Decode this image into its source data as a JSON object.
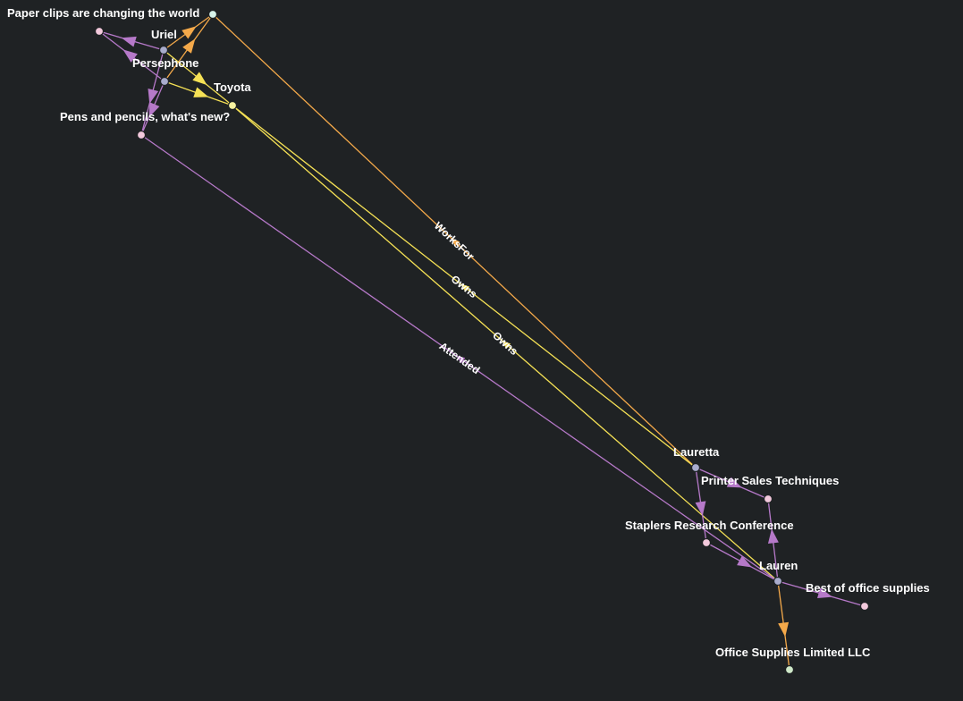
{
  "colors": {
    "background": "#1f2224",
    "edge_purple": "#b679c9",
    "edge_yellow": "#f5e155",
    "edge_orange": "#f4a94a",
    "node_person": "#a9accd",
    "node_topic": "#f2c9dc",
    "node_company": "#d7f3ea",
    "node_car": "#f7f3a0",
    "node_org": "#cfe9c9"
  },
  "nodes": [
    {
      "id": "paperclips",
      "label": "Paper clips are changing the world",
      "kind": "topic"
    },
    {
      "id": "uriel",
      "label": "Uriel",
      "kind": "person"
    },
    {
      "id": "persephone",
      "label": "Persephone",
      "kind": "person"
    },
    {
      "id": "toyota",
      "label": "Toyota",
      "kind": "car"
    },
    {
      "id": "pens",
      "label": "Pens and pencils, what's new?",
      "kind": "topic"
    },
    {
      "id": "company_top",
      "label": "",
      "kind": "company"
    },
    {
      "id": "lauretta",
      "label": "Lauretta",
      "kind": "person"
    },
    {
      "id": "printer",
      "label": "Printer Sales Techniques",
      "kind": "topic"
    },
    {
      "id": "staplers",
      "label": "Staplers Research Conference",
      "kind": "topic"
    },
    {
      "id": "lauren",
      "label": "Lauren",
      "kind": "person"
    },
    {
      "id": "best",
      "label": "Best of office supplies",
      "kind": "topic"
    },
    {
      "id": "osl",
      "label": "Office Supplies Limited LLC",
      "kind": "org"
    }
  ],
  "edges": [
    {
      "from": "uriel",
      "to": "paperclips",
      "type": "purple",
      "label": ""
    },
    {
      "from": "persephone",
      "to": "paperclips",
      "type": "purple",
      "label": ""
    },
    {
      "from": "uriel",
      "to": "pens",
      "type": "purple",
      "label": ""
    },
    {
      "from": "persephone",
      "to": "pens",
      "type": "purple",
      "label": ""
    },
    {
      "from": "uriel",
      "to": "company_top",
      "type": "orange",
      "label": ""
    },
    {
      "from": "persephone",
      "to": "company_top",
      "type": "orange",
      "label": ""
    },
    {
      "from": "uriel",
      "to": "toyota",
      "type": "yellow",
      "label": ""
    },
    {
      "from": "persephone",
      "to": "toyota",
      "type": "yellow",
      "label": ""
    },
    {
      "from": "lauretta",
      "to": "company_top",
      "type": "orange",
      "label": "WorksFor"
    },
    {
      "from": "lauretta",
      "to": "toyota",
      "type": "yellow",
      "label": "Owns"
    },
    {
      "from": "lauren",
      "to": "toyota",
      "type": "yellow",
      "label": "Owns"
    },
    {
      "from": "lauren",
      "to": "pens",
      "type": "purple",
      "label": "Attended"
    },
    {
      "from": "lauretta",
      "to": "staplers",
      "type": "purple",
      "label": ""
    },
    {
      "from": "lauretta",
      "to": "printer",
      "type": "purple",
      "label": ""
    },
    {
      "from": "staplers",
      "to": "lauren",
      "type": "purple",
      "label": ""
    },
    {
      "from": "lauren",
      "to": "printer",
      "type": "purple",
      "label": ""
    },
    {
      "from": "lauren",
      "to": "best",
      "type": "purple",
      "label": ""
    },
    {
      "from": "lauren",
      "to": "osl",
      "type": "orange",
      "label": ""
    }
  ]
}
